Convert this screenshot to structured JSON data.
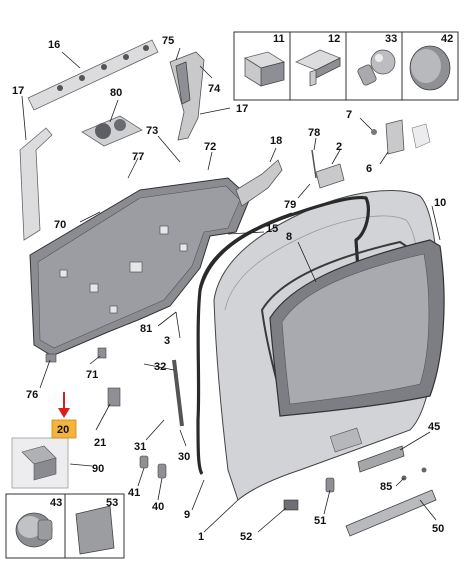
{
  "diagram": {
    "callouts": {
      "c1": "1",
      "c2": "2",
      "c3": "3",
      "c6": "6",
      "c7": "7",
      "c8": "8",
      "c9": "9",
      "c10": "10",
      "c11": "11",
      "c12": "12",
      "c15": "15",
      "c16": "16",
      "c17a": "17",
      "c17b": "17",
      "c18": "18",
      "c20": "20",
      "c21": "21",
      "c30": "30",
      "c31": "31",
      "c32": "32",
      "c33": "33",
      "c40": "40",
      "c41": "41",
      "c42": "42",
      "c43": "43",
      "c45": "45",
      "c50": "50",
      "c51": "51",
      "c52": "52",
      "c53": "53",
      "c70": "70",
      "c71": "71",
      "c72": "72",
      "c73": "73",
      "c74": "74",
      "c75": "75",
      "c76": "76",
      "c77": "77",
      "c78": "78",
      "c79": "79",
      "c80": "80",
      "c81": "81",
      "c85": "85",
      "c90": "90"
    },
    "highlighted_part": "20",
    "colors": {
      "highlight": "#f3b43d",
      "arrow": "#d62020",
      "panel_gray": "#c9c9cc"
    }
  }
}
